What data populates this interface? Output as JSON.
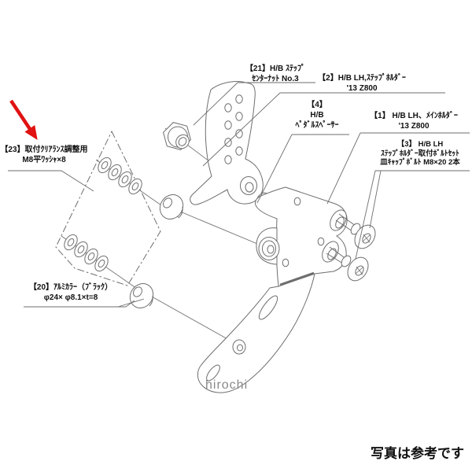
{
  "parts": [
    {
      "ref": "23",
      "label_lines": [
        "【23】取付ｸﾘｱﾗﾝｽ調整用",
        "M8平ﾜｯｼｬ×8"
      ]
    },
    {
      "ref": "21",
      "label_lines": [
        "【21】H/B ｽﾃｯﾌﾟ",
        "ｾﾝﾀｰﾅｯﾄ No.3"
      ]
    },
    {
      "ref": "2",
      "label_lines": [
        "【2】H/B LH,ｽﾃｯﾌﾟﾎﾙﾀﾞｰ",
        "'13 Z800"
      ]
    },
    {
      "ref": "4",
      "label_lines": [
        "【4】",
        "H/B",
        "ﾍﾟﾀﾞﾙｽﾍﾟｰｻｰ"
      ]
    },
    {
      "ref": "1",
      "label_lines": [
        "【1】 H/B LH、ﾒｲﾝﾎﾙﾀﾞｰ",
        "'13 Z800"
      ]
    },
    {
      "ref": "3",
      "label_lines": [
        "【3】 H/B LH",
        "ｽﾃｯﾌﾟﾎﾙﾀﾞｰ取付ﾎﾞﾙﾄｾｯﾄ",
        "皿ｷｬｯﾌﾟﾎﾞﾙﾄ M8×20 2本"
      ]
    },
    {
      "ref": "20",
      "label_lines": [
        "【20】ｱﾙﾐｶﾗｰ（ﾌﾞﾗｯｸ）",
        "φ24× φ8.1×t=8"
      ]
    }
  ],
  "watermark": "hirochi",
  "footer_note": "写真は参考です",
  "colors": {
    "arrow_red": "#e01212",
    "line_gray": "#6e6e6e",
    "text_black": "#111111",
    "watermark_gray": "#8a8a8a"
  }
}
